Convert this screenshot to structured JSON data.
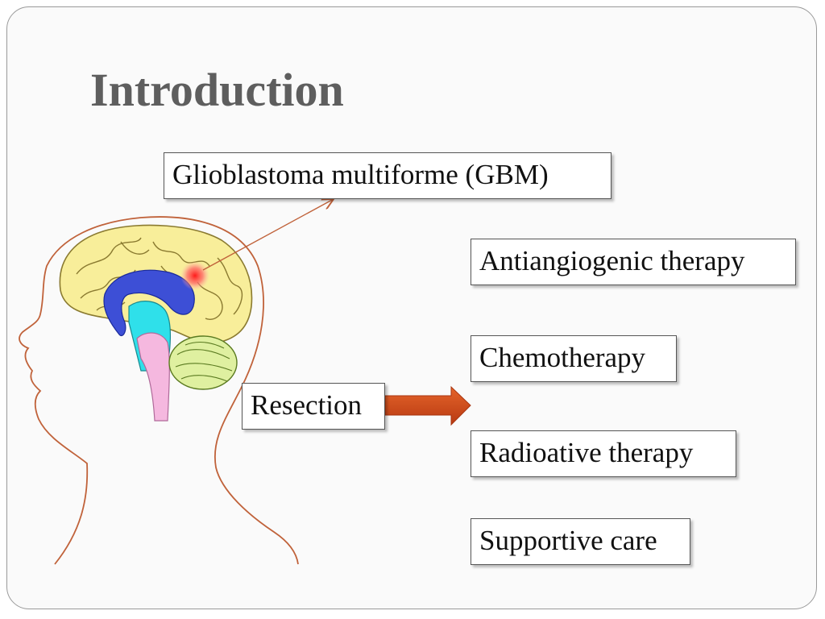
{
  "slide": {
    "title": "Introduction",
    "gbm_label": "Glioblastoma multiforme (GBM)",
    "resection_label": "Resection",
    "treatments": [
      "Antiangiogenic therapy",
      "Chemotherapy",
      "Radioative therapy",
      "Supportive care"
    ]
  },
  "colors": {
    "cerebrum": "#f8ee9a",
    "ventricle": "#3d4fd6",
    "brainstem_upper": "#2fe0ea",
    "spinal_cord": "#f5b8df",
    "cerebellum": "#dff0a0",
    "tumor": "#ff2a2a",
    "head_outline": "#c0623a",
    "arrow": "#d2491a"
  }
}
